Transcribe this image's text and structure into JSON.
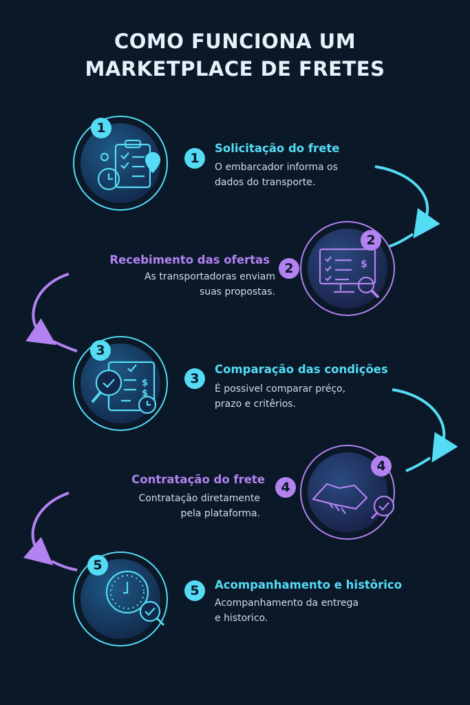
{
  "title": {
    "line1": "COMO FUNCIONA UM",
    "line2": "MARKETPLACE DE FRETES"
  },
  "colors": {
    "background": "#0b1828",
    "cyan": "#55dcf5",
    "purple": "#b283f0"
  },
  "steps": [
    {
      "number": "1",
      "title": "Solicitação do frete",
      "desc1": "O embarcador informa os",
      "desc2": "dados do transporte.",
      "icon": "clipboard-location-clock-icon"
    },
    {
      "number": "2",
      "title": "Recebimento das ofertas",
      "desc1": "As transportadoras enviam",
      "desc2": "suas propostas.",
      "icon": "monitor-offers-search-icon"
    },
    {
      "number": "3",
      "title": "Comparação das condições",
      "desc1": "É possivel comparar préço,",
      "desc2": "prazo e critêrios.",
      "icon": "compare-checklist-icon"
    },
    {
      "number": "4",
      "title": "Contratação do frete",
      "desc1": "Contratação diretamente",
      "desc2": "pela plataforma.",
      "icon": "handshake-check-icon"
    },
    {
      "number": "5",
      "title": "Acompanhamento e histôrico",
      "desc1": "Acompanhamento da entrega",
      "desc2": "e historico.",
      "icon": "clock-check-icon"
    }
  ]
}
